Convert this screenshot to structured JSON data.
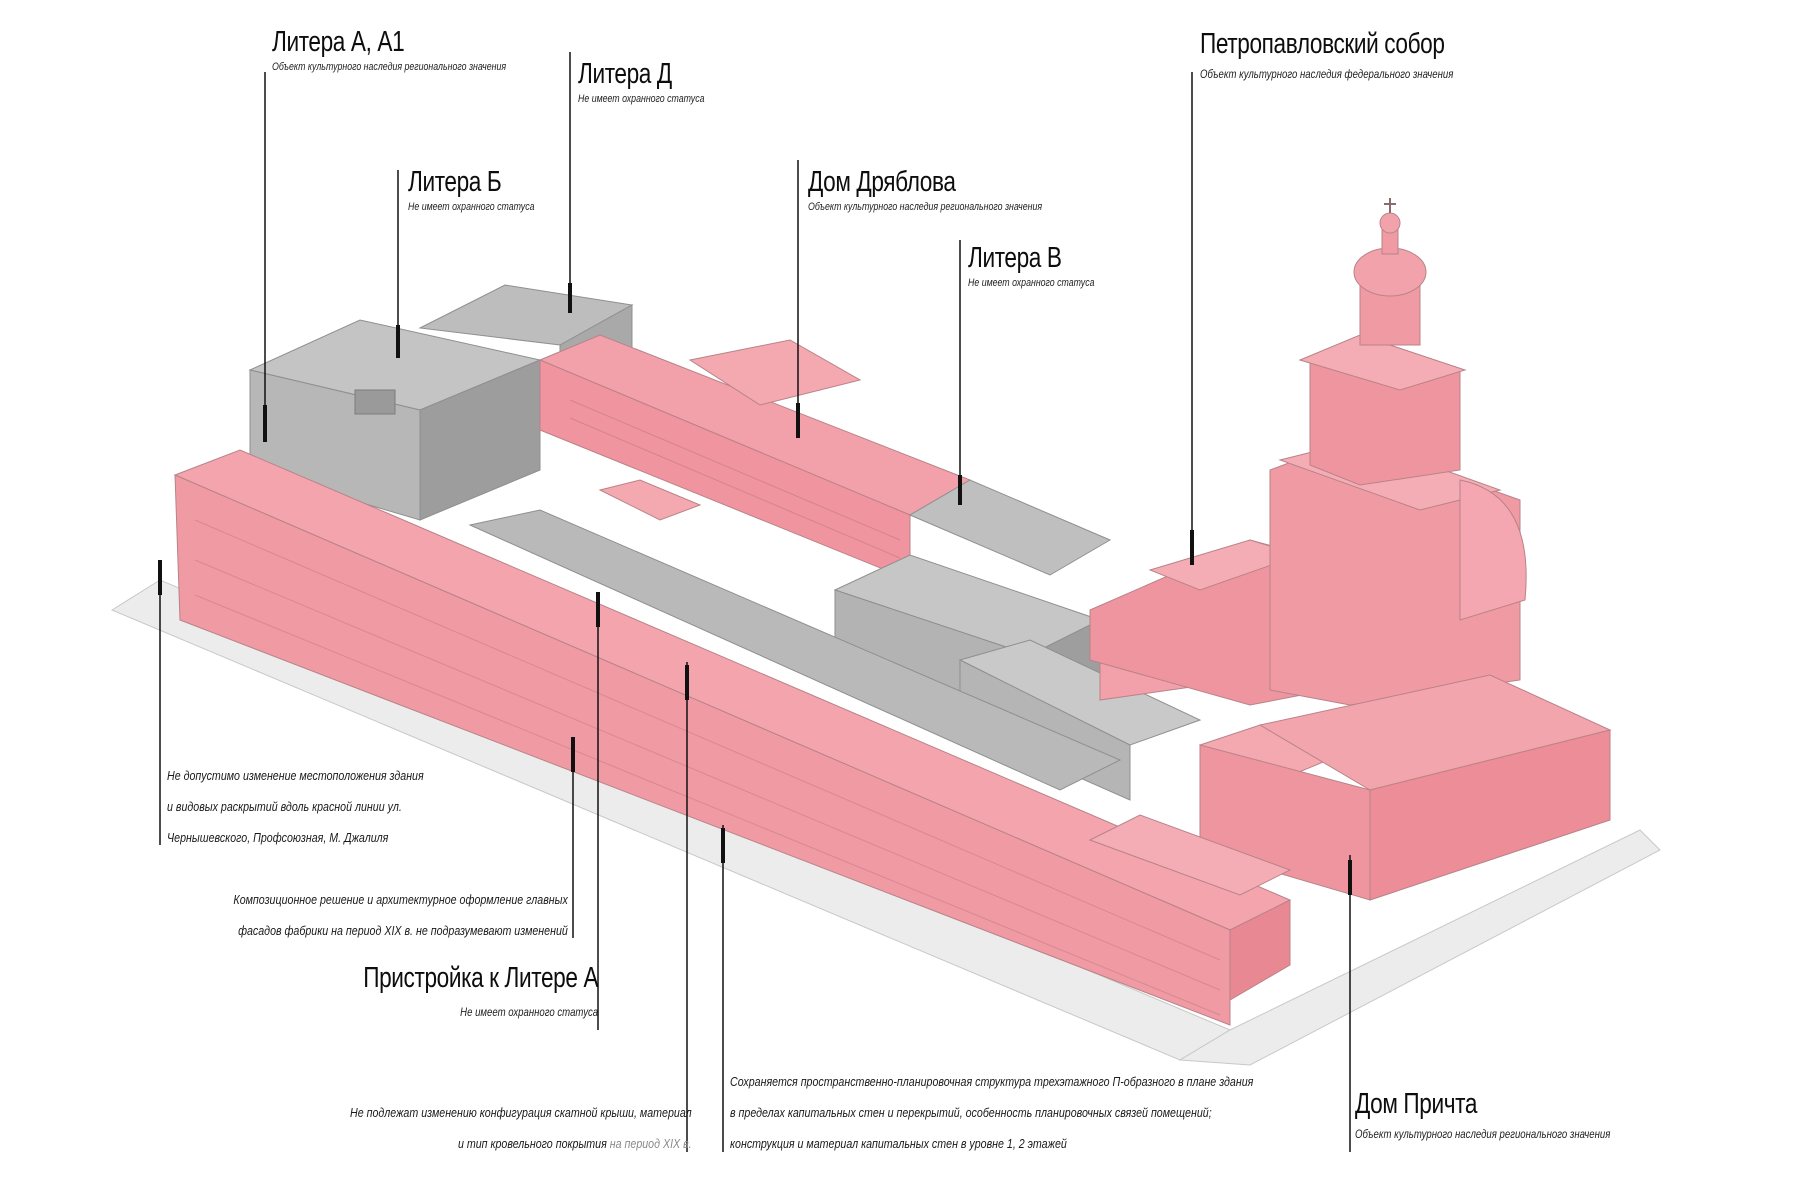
{
  "colors": {
    "protected": "#f4a1ab",
    "protected_edge": "#b88388",
    "unprotected": "#a6a6a6",
    "unprotected_light": "#d2d2d2",
    "ground": "#eeeeee",
    "leader": "#111111"
  },
  "labels": {
    "litera_a": {
      "title": "Литера А, А1",
      "status": "Объект культурного наследия регионального значения"
    },
    "litera_d": {
      "title": "Литера Д",
      "status": "Не имеет охранного статуса"
    },
    "litera_b": {
      "title": "Литера Б",
      "status": "Не имеет охранного статуса"
    },
    "dom_dryablova": {
      "title": "Дом Дряблова",
      "status": "Объект культурного наследия регионального значения"
    },
    "litera_v": {
      "title": "Литера В",
      "status": "Не имеет охранного статуса"
    },
    "petropavlovsky": {
      "title": "Петропавловский собор",
      "status": "Объект  культурного наследия федерального значения"
    },
    "pristroyka": {
      "title": "Пристройка к Литере А",
      "status": "Не имеет охранного статуса"
    },
    "dom_prichta": {
      "title": "Дом Причта",
      "status": "Объект  культурного наследия регионального значения"
    }
  },
  "notes": {
    "red_line": [
      "Не допустимо изменение местоположения здания",
      "и видовых раскрытий вдоль красной линии ул.",
      "Чернышевского, Профсоюзная, М. Джалиля"
    ],
    "facades": [
      "Композиционное решение и архитектурное оформление главных",
      "фасадов фабрики на период XIX в. не подразумевают изменений"
    ],
    "roof": {
      "line1": "Не подлежат изменению конфигурация скатной крыши, материал",
      "line2_main": "и тип кровельного покрытия",
      "line2_grey": " на период XIX в."
    },
    "structure": [
      "Сохраняется пространственно-планировочная структура трехэтажного П-образного в плане здания",
      "в пределах капитальных стен и перекрытий, особенность планировочных связей помещений;",
      "конструкция и материал капитальных стен в уровне 1, 2 этажей"
    ]
  }
}
